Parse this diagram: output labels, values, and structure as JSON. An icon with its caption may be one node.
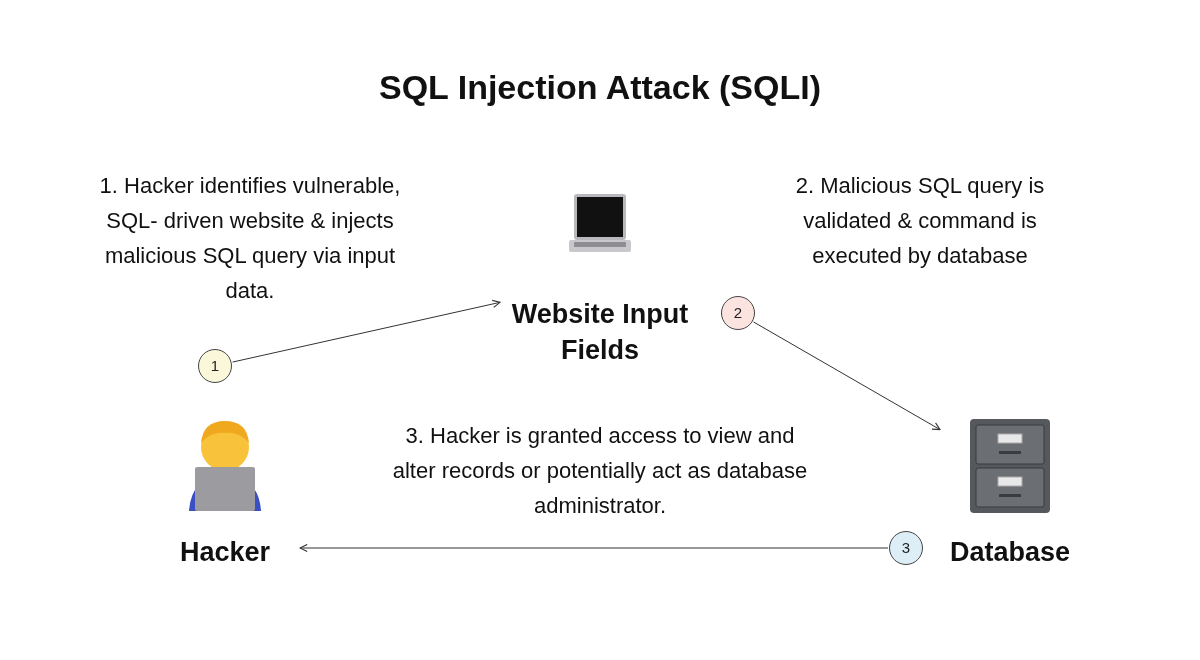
{
  "diagram": {
    "title": "SQL Injection Attack (SQLI)",
    "nodes": [
      {
        "text": [
          "1"
        ]
      },
      {
        "text": [
          "Website Input Fields"
        ]
      },
      {
        "text": [
          "2"
        ]
      },
      {
        "text": [
          "Database"
        ]
      },
      {
        "text": [
          "3"
        ]
      },
      {
        "text": [
          "Hacker"
        ]
      }
    ],
    "edges": [
      {
        "from": 0,
        "to": 1,
        "arrow": "to"
      },
      {
        "from": 2,
        "to": 3,
        "arrow": "to"
      },
      {
        "from": 4,
        "to": 5,
        "arrow": "to"
      }
    ],
    "labels": [
      "1. Hacker identifies vulnerable, SQL- driven website & injects malicious SQL query via input data.",
      "2. Malicious SQL query is validated & command is executed by database",
      "3. Hacker is granted access to view and alter records or potentially act as database administrator."
    ]
  }
}
